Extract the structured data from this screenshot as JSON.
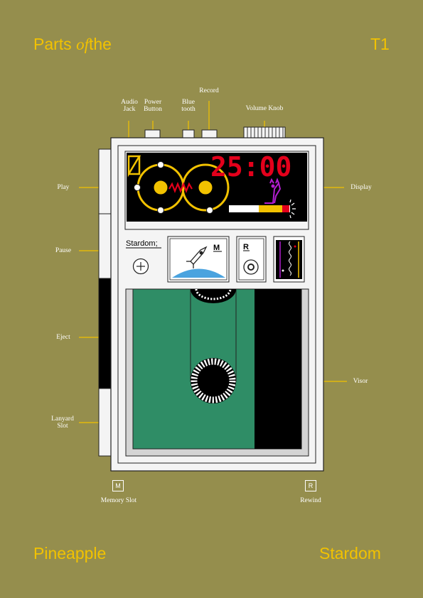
{
  "header": {
    "title_before": "Parts",
    "title_italic": "of",
    "title_after": "the",
    "model": "T1"
  },
  "footer": {
    "left": "Pineapple",
    "right": "Stardom"
  },
  "labels": {
    "audio_jack": [
      "Audio",
      "Jack"
    ],
    "power_button": [
      "Power",
      "Button"
    ],
    "bluetooth": [
      "Blue",
      "tooth"
    ],
    "record": "Record",
    "volume_knob": "Volume Knob",
    "play": "Play",
    "pause": "Pause",
    "eject": "Eject",
    "lanyard_slot": [
      "Lanyard",
      "Slot"
    ],
    "display": "Display",
    "visor": "Visor",
    "memory_slot": "Memory Slot",
    "rewind": "Rewind"
  },
  "badges": {
    "memory": "M",
    "rewind": "R"
  },
  "screen": {
    "timer": "25:00",
    "brand": "Stardom;",
    "m_tag": "M",
    "r_tag": "R"
  },
  "colors": {
    "background": "#958e4d",
    "accent_yellow": "#f2c200",
    "timer_red": "#e3001b",
    "cassette_green": "#2f8d66",
    "body_white": "#f4f4f4"
  }
}
